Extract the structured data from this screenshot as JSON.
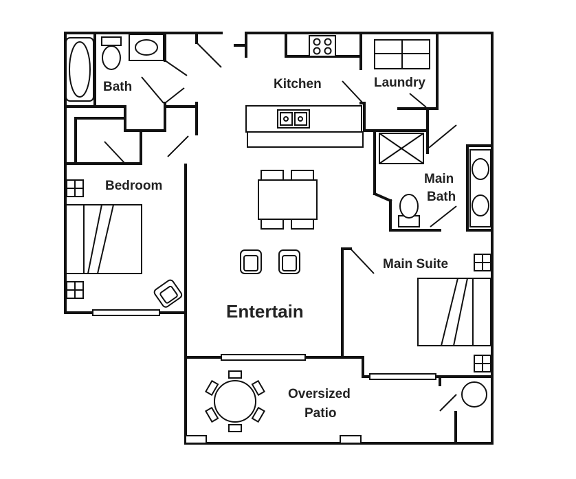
{
  "rooms": {
    "bath": "Bath",
    "kitchen": "Kitchen",
    "laundry": "Laundry",
    "bedroom": "Bedroom",
    "main_bath_line1": "Main",
    "main_bath_line2": "Bath",
    "main_suite": "Main Suite",
    "entertain": "Entertain",
    "patio_line1": "Oversized",
    "patio_line2": "Patio"
  },
  "colors": {
    "line": "#111111",
    "background": "#ffffff",
    "label": "#222222"
  },
  "icons": [
    "bathtub-icon",
    "toilet-icon",
    "sink-icon",
    "stove-icon",
    "washer-dryer-icon",
    "double-sink-icon",
    "bed-icon",
    "armchair-icon",
    "dining-table-icon",
    "round-table-icon",
    "shower-icon"
  ]
}
